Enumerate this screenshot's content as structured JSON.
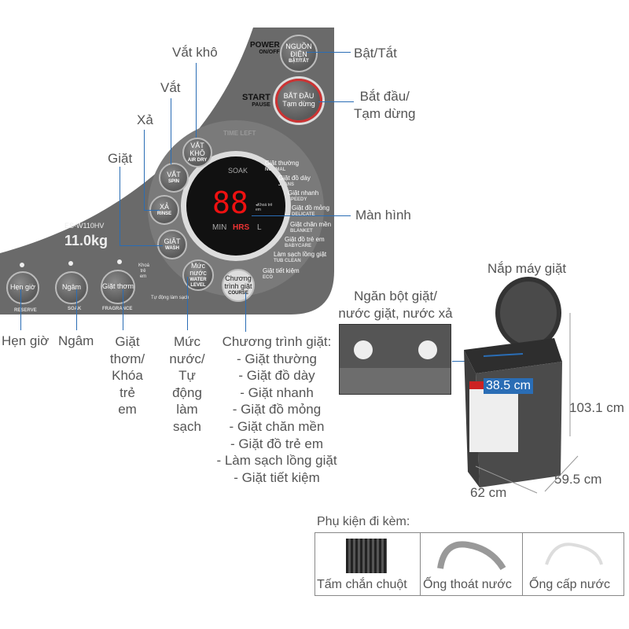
{
  "panel": {
    "model": "ES-W110HV",
    "capacity": "11.0kg",
    "power": {
      "title": "POWER",
      "sub": "ON/OFF",
      "btn": "NGUỒN ĐIỆN",
      "btn_sub": "BẬT/TẮT"
    },
    "start": {
      "title": "START",
      "sub": "PAUSE",
      "btn": "BẮT ĐẦU",
      "btn_sub": "Tạm dừng"
    },
    "time_left": "TIME LEFT",
    "display": {
      "digits": "88",
      "min": "MIN",
      "hrs": "HRS",
      "l": "L",
      "soak": "SOAK",
      "lock": "◂Khoá trẻ em"
    },
    "buttons": {
      "air_dry": [
        "VẮT KHÔ",
        "AIR DRY"
      ],
      "spin": [
        "VẮT",
        "SPIN"
      ],
      "rinse": [
        "XẢ",
        "RINSE"
      ],
      "wash": [
        "GIẶT",
        "WASH"
      ],
      "water": [
        "Mức nước",
        "WATER LEVEL"
      ],
      "course": [
        "Chương trình giặt",
        "COURSE"
      ],
      "reserve": [
        "Hẹn giờ",
        "RESERVE"
      ],
      "soak": [
        "Ngâm",
        "SOAK"
      ],
      "fragrance": [
        "Giặt thơm",
        "FRAGRANCE"
      ]
    },
    "child_lock": "Khoá trẻ em",
    "self_clean": "Tự động làm sạch",
    "programs": [
      [
        "Giặt thường",
        "NORMAL"
      ],
      [
        "Giặt đồ dày",
        "JEANS"
      ],
      [
        "Giặt nhanh",
        "SPEEDY"
      ],
      [
        "Giặt đồ mỏng",
        "DELICATE"
      ],
      [
        "Giặt chăn mền",
        "BLANKET"
      ],
      [
        "Giặt đồ trẻ em",
        "BABYCARE"
      ],
      [
        "Làm sạch lồng giặt",
        "TUB CLEAN"
      ],
      [
        "Giặt tiết kiệm",
        "ECO"
      ]
    ]
  },
  "labels": {
    "air_dry": "Vắt khô",
    "spin": "Vắt",
    "rinse": "Xả",
    "wash": "Giặt",
    "power": "Bật/Tắt",
    "start": "Bắt đầu/\nTạm dừng",
    "display": "Màn hình",
    "reserve": "Hẹn giờ",
    "soak": "Ngâm",
    "fragrance": "Giặt\nthơm/\nKhóa\ntrẻ\nem",
    "water": "Mức\nnước/\nTự\nđộng\nlàm\nsạch",
    "course_title": "Chương trình giặt:",
    "course_list": [
      "- Giặt thường",
      "- Giặt đồ dày",
      "- Giặt nhanh",
      "- Giặt đồ mỏng",
      "- Giặt chăn mền",
      "- Giặt đồ trẻ em",
      "- Làm sạch lồng giặt",
      "- Giặt tiết kiệm"
    ],
    "lid": "Nắp máy giặt",
    "drawer": "Ngăn bột giặt/\nnước giặt, nước xả"
  },
  "dimensions": {
    "drum": "38.5 cm",
    "height": "103.1 cm",
    "depth": "59.5 cm",
    "width": "62 cm"
  },
  "accessories": {
    "title": "Phụ kiện đi kèm:",
    "items": [
      "Tấm chắn chuột",
      "Ống thoát nước",
      "Ống cấp nước"
    ]
  }
}
